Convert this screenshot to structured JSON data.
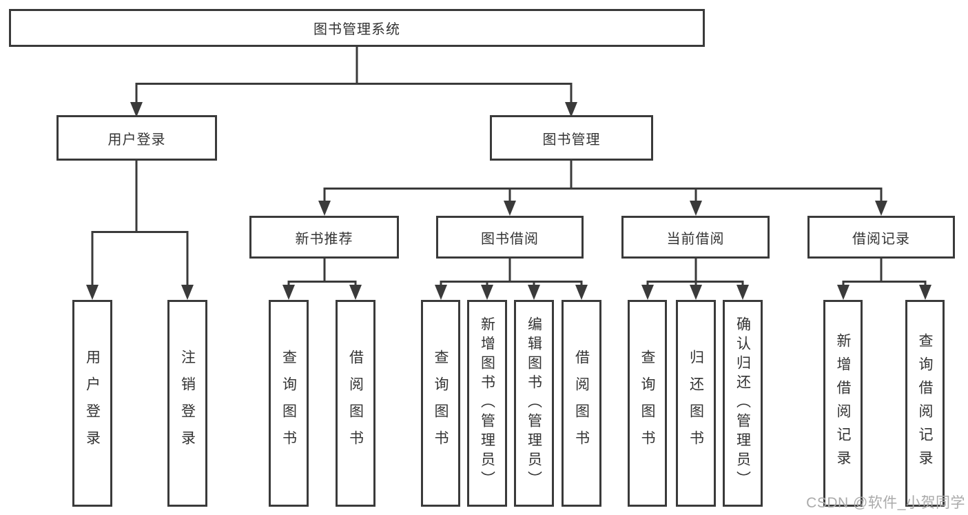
{
  "tree": {
    "root": {
      "label": "图书管理系统"
    },
    "children": [
      {
        "label": "用户登录",
        "children": [
          {
            "label": "用户登录"
          },
          {
            "label": "注销登录"
          }
        ]
      },
      {
        "label": "图书管理",
        "children": [
          {
            "label": "新书推荐",
            "children": [
              {
                "label": "查询图书"
              },
              {
                "label": "借阅图书"
              }
            ]
          },
          {
            "label": "图书借阅",
            "children": [
              {
                "label": "查询图书"
              },
              {
                "label": "新增图书（管理员）"
              },
              {
                "label": "编辑图书（管理员）"
              },
              {
                "label": "借阅图书"
              }
            ]
          },
          {
            "label": "当前借阅",
            "children": [
              {
                "label": "查询图书"
              },
              {
                "label": "归还图书"
              },
              {
                "label": "确认归还（管理员）"
              }
            ]
          },
          {
            "label": "借阅记录",
            "children": [
              {
                "label": "新增借阅记录"
              },
              {
                "label": "查询借阅记录"
              }
            ]
          }
        ]
      }
    ]
  },
  "watermark": {
    "text": "CSDN @软件_小贺同学"
  },
  "colors": {
    "line": "#3a3a3a",
    "box_border": "#3a3a3a",
    "box_fill": "#ffffff",
    "text": "#333333",
    "watermark": "#aaaaaa",
    "background": "#ffffff"
  }
}
